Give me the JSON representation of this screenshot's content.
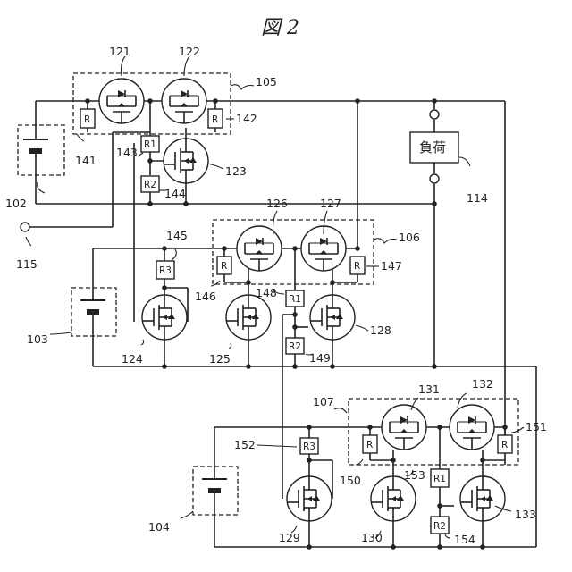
{
  "title": "図 2",
  "load_text": "負荷",
  "resistor_labels": {
    "r": "R",
    "r1": "R1",
    "r2": "R2",
    "r3": "R3"
  },
  "refs": {
    "n102": "102",
    "n103": "103",
    "n104": "104",
    "n105": "105",
    "n106": "106",
    "n107": "107",
    "n114": "114",
    "n115": "115",
    "n121": "121",
    "n122": "122",
    "n123": "123",
    "n124": "124",
    "n125": "125",
    "n126": "126",
    "n127": "127",
    "n128": "128",
    "n129": "129",
    "n130": "130",
    "n131": "131",
    "n132": "132",
    "n133": "133",
    "n141": "141",
    "n142": "142",
    "n143": "143",
    "n144": "144",
    "n145": "145",
    "n146": "146",
    "n147": "147",
    "n148": "148",
    "n149": "149",
    "n150": "150",
    "n151": "151",
    "n152": "152",
    "n153": "153",
    "n154": "154"
  }
}
